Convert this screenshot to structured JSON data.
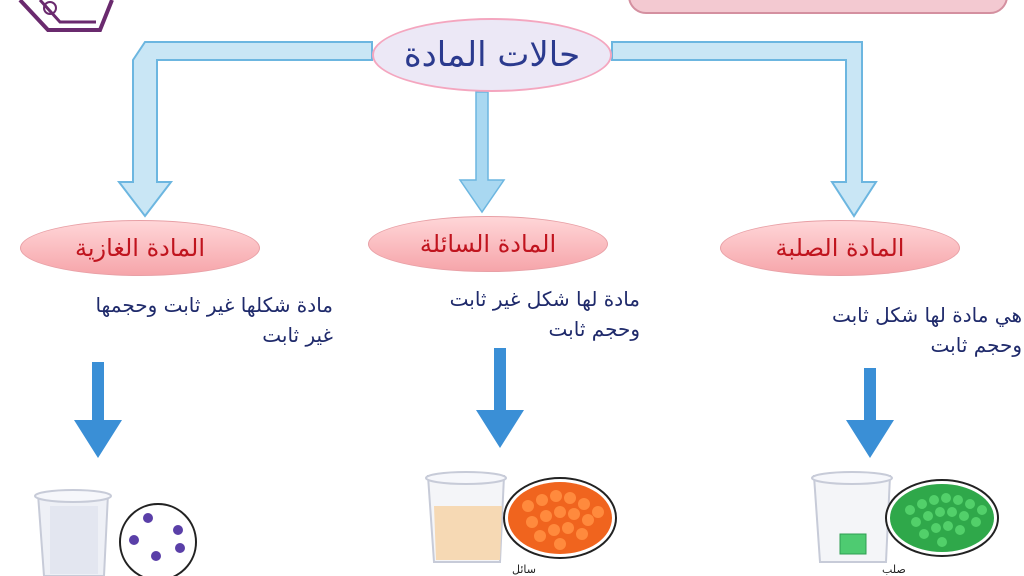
{
  "title": "حالات المادة",
  "states": [
    {
      "name": "المادة الغازية",
      "desc_line1": "مادة شكلها غير ثابت وحجمها",
      "desc_line2": "غير ثابت",
      "caption": ""
    },
    {
      "name": "المادة السائلة",
      "desc_line1": "مادة لها شكل غير ثابت",
      "desc_line2": "وحجم ثابت",
      "caption": "سائل"
    },
    {
      "name": "المادة الصلبة",
      "desc_line1": "هي مادة لها شكل ثابت",
      "desc_line2": "وحجم ثابت",
      "caption": "صلب"
    }
  ],
  "colors": {
    "connector": "#c9e6f5",
    "connector_border": "#6cb6e0",
    "arrow": "#3a8fd6",
    "title_text": "#2b3a8e",
    "state_text": "#c0141e",
    "desc_text": "#1f2a6b"
  },
  "icons": [
    "logo-emblem-icon",
    "down-arrow-icon",
    "beaker-icon",
    "gas-particles-icon",
    "liquid-particles-icon",
    "solid-particles-icon"
  ]
}
